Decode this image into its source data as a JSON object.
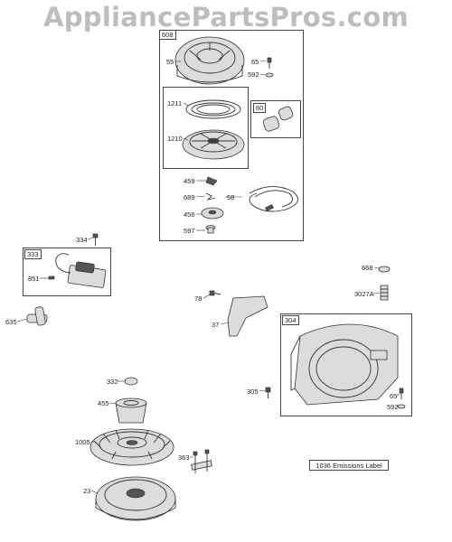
{
  "watermark": "AppliancePartsPros.com",
  "groups": {
    "g608": "608",
    "g60": "60",
    "g333": "333",
    "g304": "304"
  },
  "labels": {
    "p55": "55",
    "p65a": "65",
    "p592a": "592",
    "p1211": "1211",
    "p1210": "1210",
    "p459": "459",
    "p689": "689",
    "p58": "58",
    "p456": "456",
    "p597": "597",
    "p334": "334",
    "p851": "851",
    "p635": "635",
    "p668": "668",
    "p3027A": "3027A",
    "p78": "78",
    "p37": "37",
    "p305": "305",
    "p65b": "65",
    "p592b": "592",
    "p332": "332",
    "p455": "455",
    "p1005": "1005",
    "p363": "363",
    "p23": "23"
  },
  "emissions_label": "1036 Emissions Label"
}
